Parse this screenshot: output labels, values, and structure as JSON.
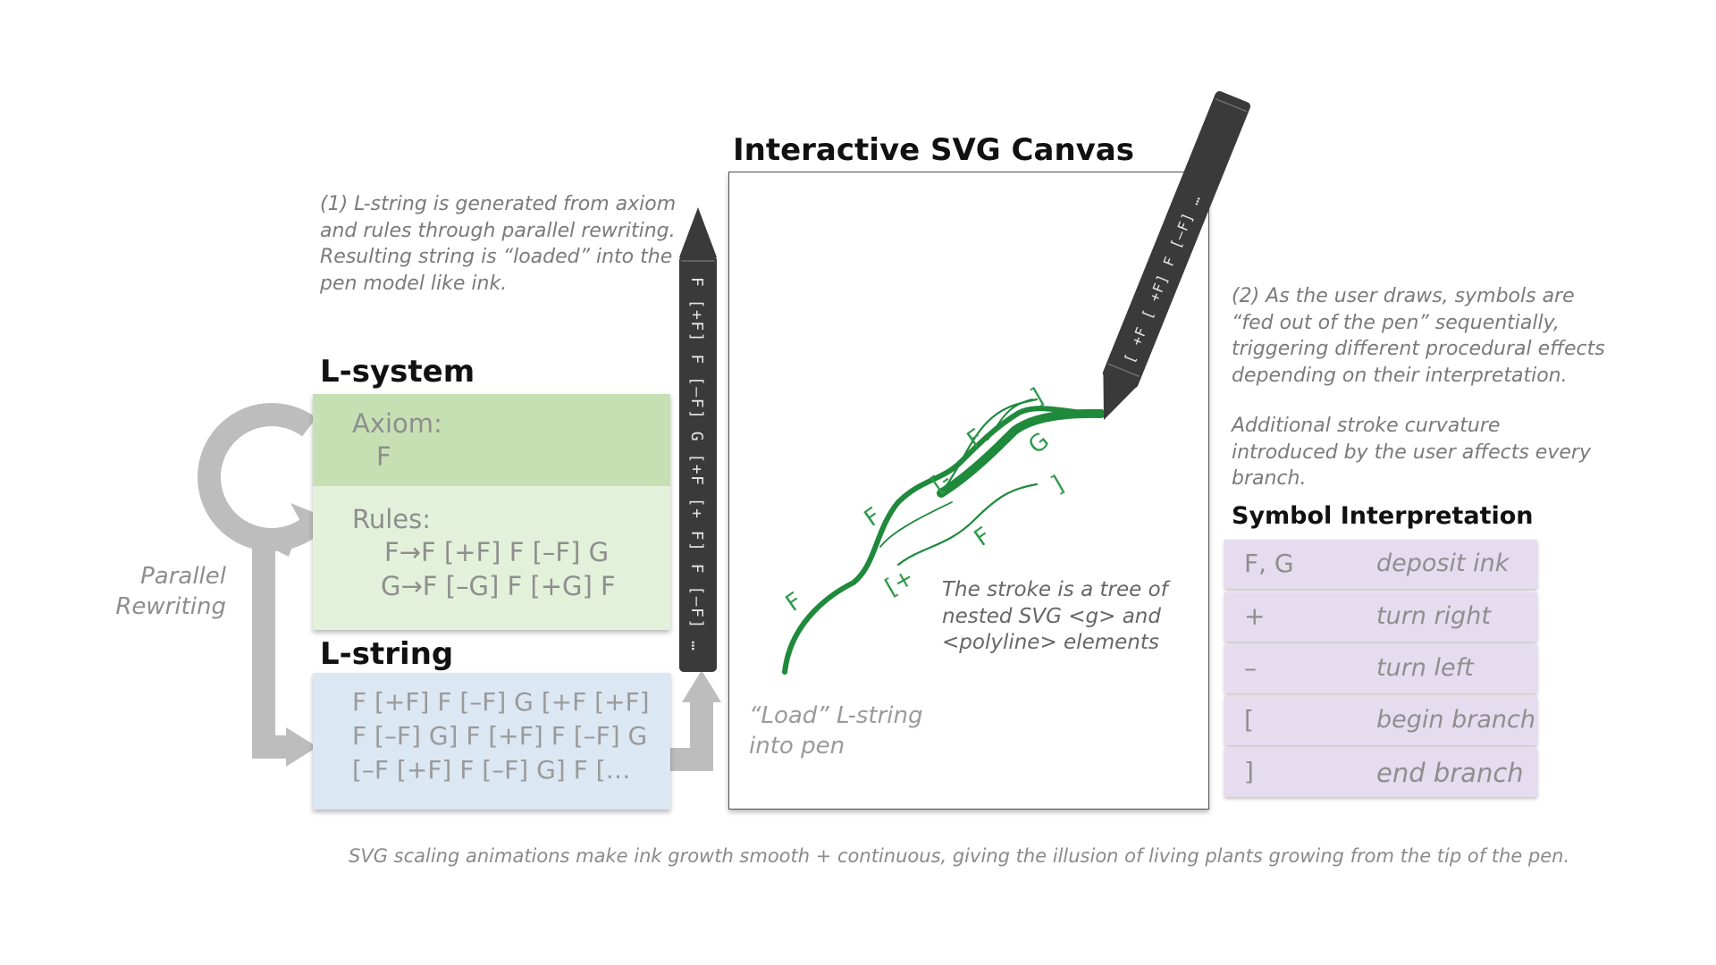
{
  "canvas_title": "Interactive SVG Canvas",
  "lsystem": {
    "heading": "L-system",
    "axiom_label": "Axiom:",
    "axiom_value": "F",
    "rules_label": "Rules:",
    "rule1": "F→F [+F] F [–F] G",
    "rule2": "G→F [–G] F [+G] F"
  },
  "lstring": {
    "heading": "L-string",
    "line1": "F [+F] F [–F] G [+F [+F]",
    "line2": "F [–F] G] F [+F] F [–F] G",
    "line3": "[–F [+F] F [–F] G] F […"
  },
  "rewriting_label": "Parallel\nRewriting",
  "note1": "(1) L-string is generated from axiom\nand rules  through parallel rewriting.\nResulting string is “loaded” into the\npen model like ink.",
  "note2": "(2) As the user draws, symbols are\n“fed out of the pen” sequentially,\ntriggering different procedural effects\ndepending on their interpretation.",
  "note3": "Additional stroke curvature\nintroduced by the user affects every\nbranch.",
  "load_label": "“Load” L-string\ninto pen",
  "stroke_note": "The stroke is a tree of\nnested SVG <g> and\n<polyline> elements",
  "pen_left_text": "F [+F] F [–F] G [+F [+ F] F [–F] …",
  "pen_right_text": "[ +F [ +F] F [–F] …",
  "canvas_symbols": {
    "s1": "F",
    "s2": "[+",
    "s3": "F",
    "s4": "[-",
    "s5": "F",
    "s6": "]",
    "s7": "G",
    "s8": "F",
    "s9": "]"
  },
  "symbol_interpretation": {
    "heading": "Symbol Interpretation",
    "rows": [
      {
        "symbol": "F, G",
        "meaning": "deposit ink"
      },
      {
        "symbol": "+",
        "meaning": "turn right"
      },
      {
        "symbol": "–",
        "meaning": "turn left"
      },
      {
        "symbol": "[",
        "meaning": "begin branch"
      },
      {
        "symbol": "]",
        "meaning": "end branch"
      }
    ]
  },
  "footer": "SVG scaling animations make ink growth smooth + continuous, giving the illusion of living plants growing from the tip of the pen.",
  "colors": {
    "axiom_bg": "#c6e0b4",
    "rules_bg": "#e3f1da",
    "lstring_bg": "#dbe7f3",
    "symbol_bg": "#e5dcef",
    "ink": "#1f8a3b",
    "arrow": "#bdbdbd",
    "pen": "#3a3a3a"
  }
}
